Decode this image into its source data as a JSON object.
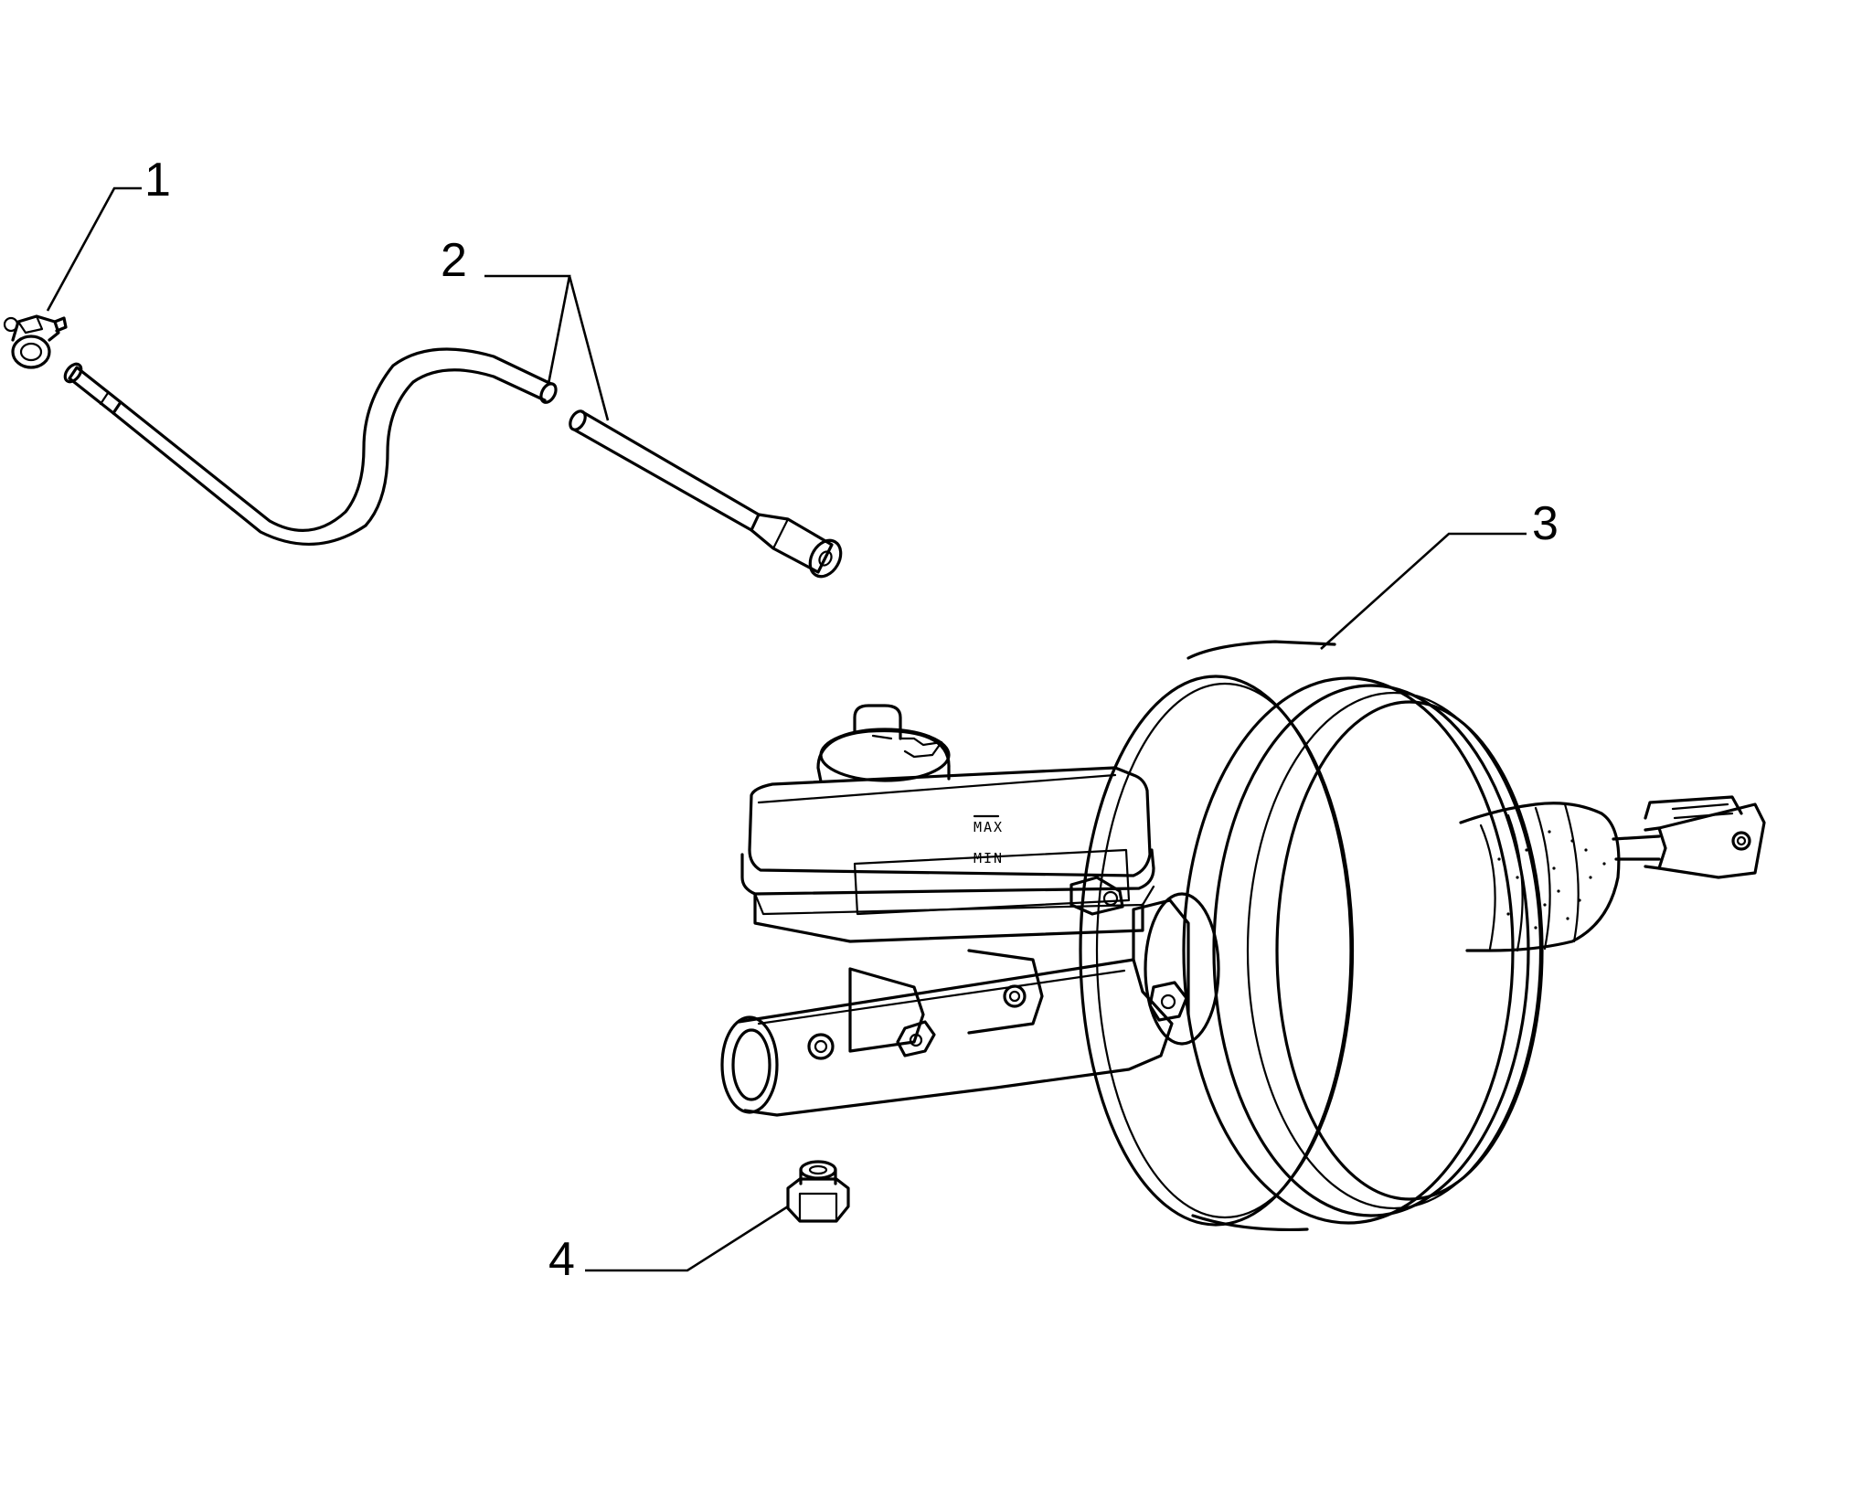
{
  "callouts": [
    {
      "id": "1",
      "label": "1"
    },
    {
      "id": "2",
      "label": "2"
    },
    {
      "id": "3",
      "label": "3"
    },
    {
      "id": "4",
      "label": "4"
    }
  ],
  "reservoir": {
    "max_label": "MAX",
    "min_label": "MIN"
  },
  "colors": {
    "background": "#ffffff",
    "line": "#000000"
  }
}
